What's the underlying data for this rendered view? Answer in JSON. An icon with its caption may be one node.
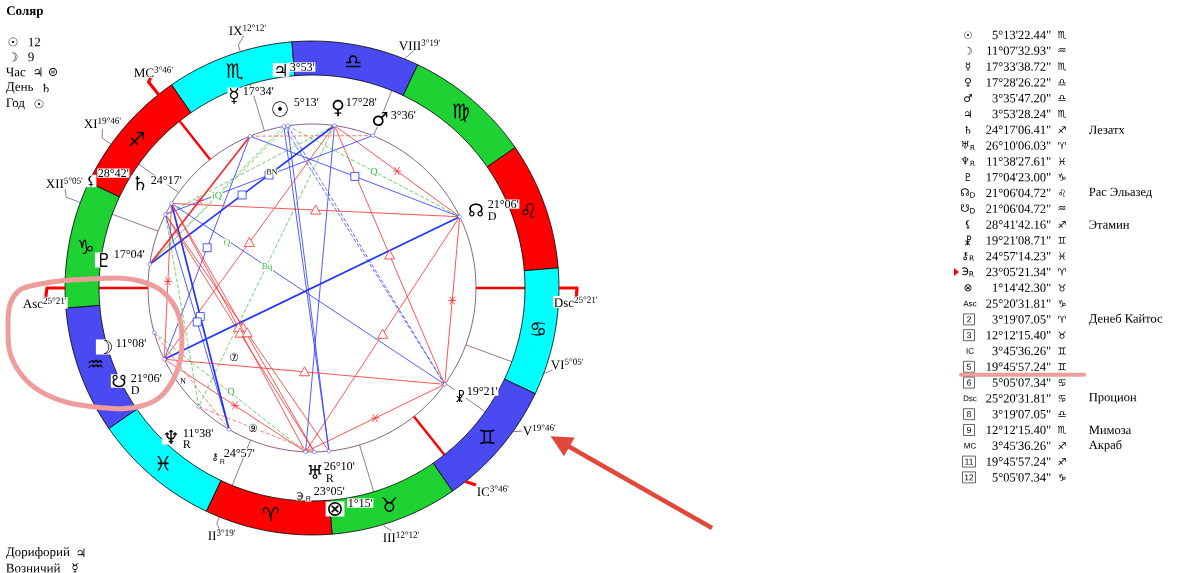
{
  "diagram": {
    "title": "Соляр",
    "nodes": [
      {
        "text": [
          "♏"
        ]
      },
      {
        "text": [
          "♎"
        ]
      },
      {
        "text": [
          "♍"
        ]
      },
      {
        "text": [
          "♌"
        ]
      },
      {
        "text": [
          "♋"
        ]
      },
      {
        "text": [
          "♊"
        ]
      },
      {
        "text": [
          "♉"
        ]
      },
      {
        "text": [
          "♈"
        ]
      },
      {
        "text": [
          "♓"
        ]
      },
      {
        "text": [
          "♒"
        ]
      },
      {
        "text": [
          "♑"
        ]
      },
      {
        "text": [
          "♐"
        ]
      },
      {
        "text": [
          "IX$^{12°12'}$"
        ]
      },
      {
        "text": [
          "VIII$^{3°19'}$"
        ]
      },
      {
        "text": [
          "MC$^{3°46'}$"
        ]
      },
      {
        "text": [
          "XI$^{19°46'}$"
        ]
      },
      {
        "text": [
          "XII$^{5°05'}$"
        ]
      },
      {
        "text": [
          "Asc$^{25°21'}$"
        ]
      },
      {
        "text": [
          "Dsc$^{25°21'}$"
        ]
      },
      {
        "text": [
          "VI$^{5°05'}$"
        ]
      },
      {
        "text": [
          "V$^{19°46'}$"
        ]
      },
      {
        "text": [
          "IC$^{3°46'}$"
        ]
      },
      {
        "text": [
          "II$^{3°19'}$"
        ]
      },
      {
        "text": [
          "III$^{12°12'}$"
        ]
      }
    ],
    "edges": [
      {
        "from": 12,
        "to": 0,
        "arrow": "none"
      },
      {
        "from": 13,
        "to": 1,
        "arrow": "none"
      },
      {
        "from": 14,
        "to": 11,
        "arrow": "none",
        "style": "thick",
        "color": "#ff0000"
      },
      {
        "from": 15,
        "to": 11,
        "arrow": "none"
      },
      {
        "from": 16,
        "to": 10,
        "arrow": "none"
      },
      {
        "from": 17,
        "to": 10,
        "arrow": "none",
        "style": "thick",
        "color": "#ff0000"
      },
      {
        "from": 18,
        "to": 4,
        "arrow": "none",
        "style": "thick",
        "color": "#ff0000"
      },
      {
        "from": 19,
        "to": 4,
        "arrow": "none"
      },
      {
        "from": 20,
        "to": 5,
        "arrow": "none"
      },
      {
        "from": 21,
        "to": 5,
        "arrow": "none",
        "style": "thick",
        "color": "#ff0000"
      },
      {
        "from": 22,
        "to": 7,
        "arrow": "none"
      },
      {
        "from": 23,
        "to": 6,
        "arrow": "none"
      },
      {
        "from": null,
        "to": 20,
        "arrow": "to",
        "style": "thick",
        "color": "#e2473b"
      }
    ],
    "labels": [
      "☉",
      "12",
      "☽",
      "9",
      "Час",
      "♃",
      "⊜",
      "День",
      "♄",
      "Год",
      "☉",
      "♃",
      "3°53'",
      "☿",
      "17°34'",
      "☉",
      "5°13'",
      "♀",
      "17°28'",
      "♂",
      "3°36'",
      "⚸",
      "28°42'",
      "♄",
      "24°17'",
      "BN",
      "Q",
      "iQ",
      "☊",
      "21°06'",
      "D",
      "♇",
      "17°04'",
      "Q",
      "Bq",
      "☽",
      "11°08'",
      "⑦",
      "☋",
      "21°06'",
      "D",
      "N",
      "Q",
      "☧",
      "19°21'",
      "♆",
      "11°38'",
      "R",
      "⑨",
      "⚷",
      "R",
      "24°57'",
      "♅",
      "26°10'",
      "R",
      "Э",
      "R",
      "23°05'",
      "⊗",
      "1°15'",
      "☉",
      "5°13'22.44\"",
      "♏",
      "☽",
      "11°07'32.93\"",
      "♒",
      "☿",
      "17°33'38.72\"",
      "♏",
      "♀",
      "17°28'26.22\"",
      "♎",
      "♂",
      "3°35'47.20\"",
      "♎",
      "♃",
      "3°53'28.24\"",
      "♏",
      "♄",
      "24°17'06.41\"",
      "♐",
      "Лезатх",
      "♅$_{R}$",
      "26°10'06.03\"",
      "♈",
      "♆$_{R}$",
      "11°38'27.61\"",
      "♓",
      "♇",
      "17°04'23.00\"",
      "♑",
      "☊$_{D}$",
      "21°06'04.72\"",
      "♌",
      "Рас Эльазед",
      "☋$_{D}$",
      "21°06'04.72\"",
      "♒",
      "⚸",
      "28°41'42.16\"",
      "♐",
      "Этамин",
      "☧",
      "19°21'08.71\"",
      "♊",
      "⚷$_{R}$",
      "24°57'14.23\"",
      "♓",
      "Э$_{R}$",
      "23°05'21.34\"",
      "♈",
      "⊗",
      "1°14'42.30\"",
      "♉",
      "Asc",
      "25°20'31.81\"",
      "♑",
      "2",
      "3°19'07.05\"",
      "♈",
      "Денеб Кайтос",
      "3",
      "12°12'15.40\"",
      "♉",
      "IC",
      "3°45'36.26\"",
      "♊",
      "5",
      "19°45'57.24\"",
      "♊",
      "6",
      "5°05'07.34\"",
      "♋",
      "Dsc",
      "25°20'31.81\"",
      "♋",
      "Процион",
      "8",
      "3°19'07.05\"",
      "♎",
      "9",
      "12°12'15.40\"",
      "♏",
      "Мимоза",
      "MC",
      "3°45'36.26\"",
      "♐",
      "Акраб",
      "11",
      "19°45'57.24\"",
      "♐",
      "12",
      "5°05'07.34\"",
      "♑",
      "Дорифорий",
      "♃",
      "Возничий",
      "☿"
    ]
  }
}
